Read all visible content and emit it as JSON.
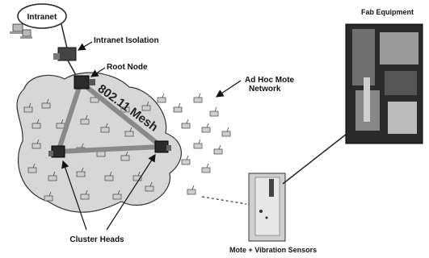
{
  "labels": {
    "intranet": "Intranet",
    "intranet_isolation": "Intranet Isolation",
    "root_node": "Root Node",
    "ad_hoc_line1": "Ad Hoc Mote",
    "ad_hoc_line2": "Network",
    "mesh": "802.11 Mesh",
    "cluster_heads": "Cluster Heads",
    "fab_equipment": "Fab Equipment",
    "mote_sensors": "Mote + Vibration Sensors"
  },
  "colors": {
    "mesh_link": "#8a8a8a",
    "cloud_fill": "#d7d7d7",
    "node_dark": "#2b2b2b"
  },
  "icons": [
    "computer-icon",
    "router-icon",
    "mote-icon",
    "arrow-icon"
  ]
}
